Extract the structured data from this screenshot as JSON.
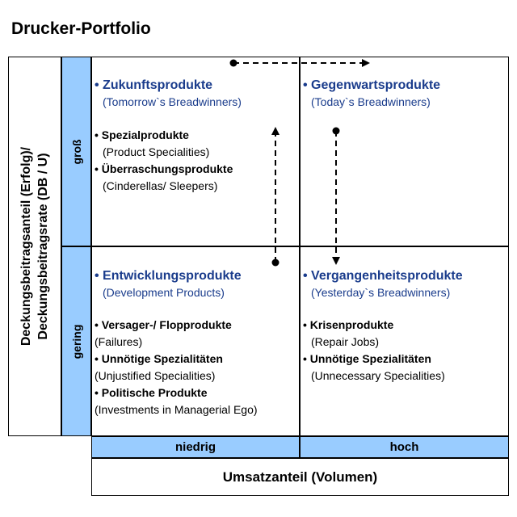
{
  "title": "Drucker-Portfolio",
  "y_axis": {
    "label_line1": "Deckungsbeitragsanteil (Erfolg)/",
    "label_line2": "Deckungsbeitragsrate (DB / U)",
    "high": "groß",
    "low": "gering"
  },
  "x_axis": {
    "low": "niedrig",
    "high": "hoch",
    "label": "Umsatzanteil (Volumen)"
  },
  "quadrants": {
    "top_left": {
      "heading": "• Zukunftsprodukte",
      "heading_en": "(Tomorrow`s Breadwinners)",
      "items": [
        {
          "name": "• Spezialprodukte",
          "en": "(Product Specialities)"
        },
        {
          "name": "• Überraschungsprodukte",
          "en": "(Cinderellas/ Sleepers)"
        }
      ]
    },
    "top_right": {
      "heading": "• Gegenwartsprodukte",
      "heading_en": "(Today`s Breadwinners)",
      "items": []
    },
    "bottom_left": {
      "heading": "• Entwicklungsprodukte",
      "heading_en": "(Development Products)",
      "items": [
        {
          "name": "• Versager-/ Flopprodukte",
          "en": "(Failures)"
        },
        {
          "name": "• Unnötige Spezialitäten",
          "en": "(Unjustified Specialities)"
        },
        {
          "name": "• Politische Produkte",
          "en": "(Investments in Managerial Ego)"
        }
      ]
    },
    "bottom_right": {
      "heading": "• Vergangenheitsprodukte",
      "heading_en": "(Yesterday`s Breadwinners)",
      "items": [
        {
          "name": "• Krisenprodukte",
          "en": "(Repair Jobs)"
        },
        {
          "name": "• Unnötige Spezialitäten",
          "en": "(Unnecessary Specialities)"
        }
      ]
    }
  },
  "colors": {
    "axis_fill": "#99ccff",
    "heading_text": "#1a3c8c"
  }
}
